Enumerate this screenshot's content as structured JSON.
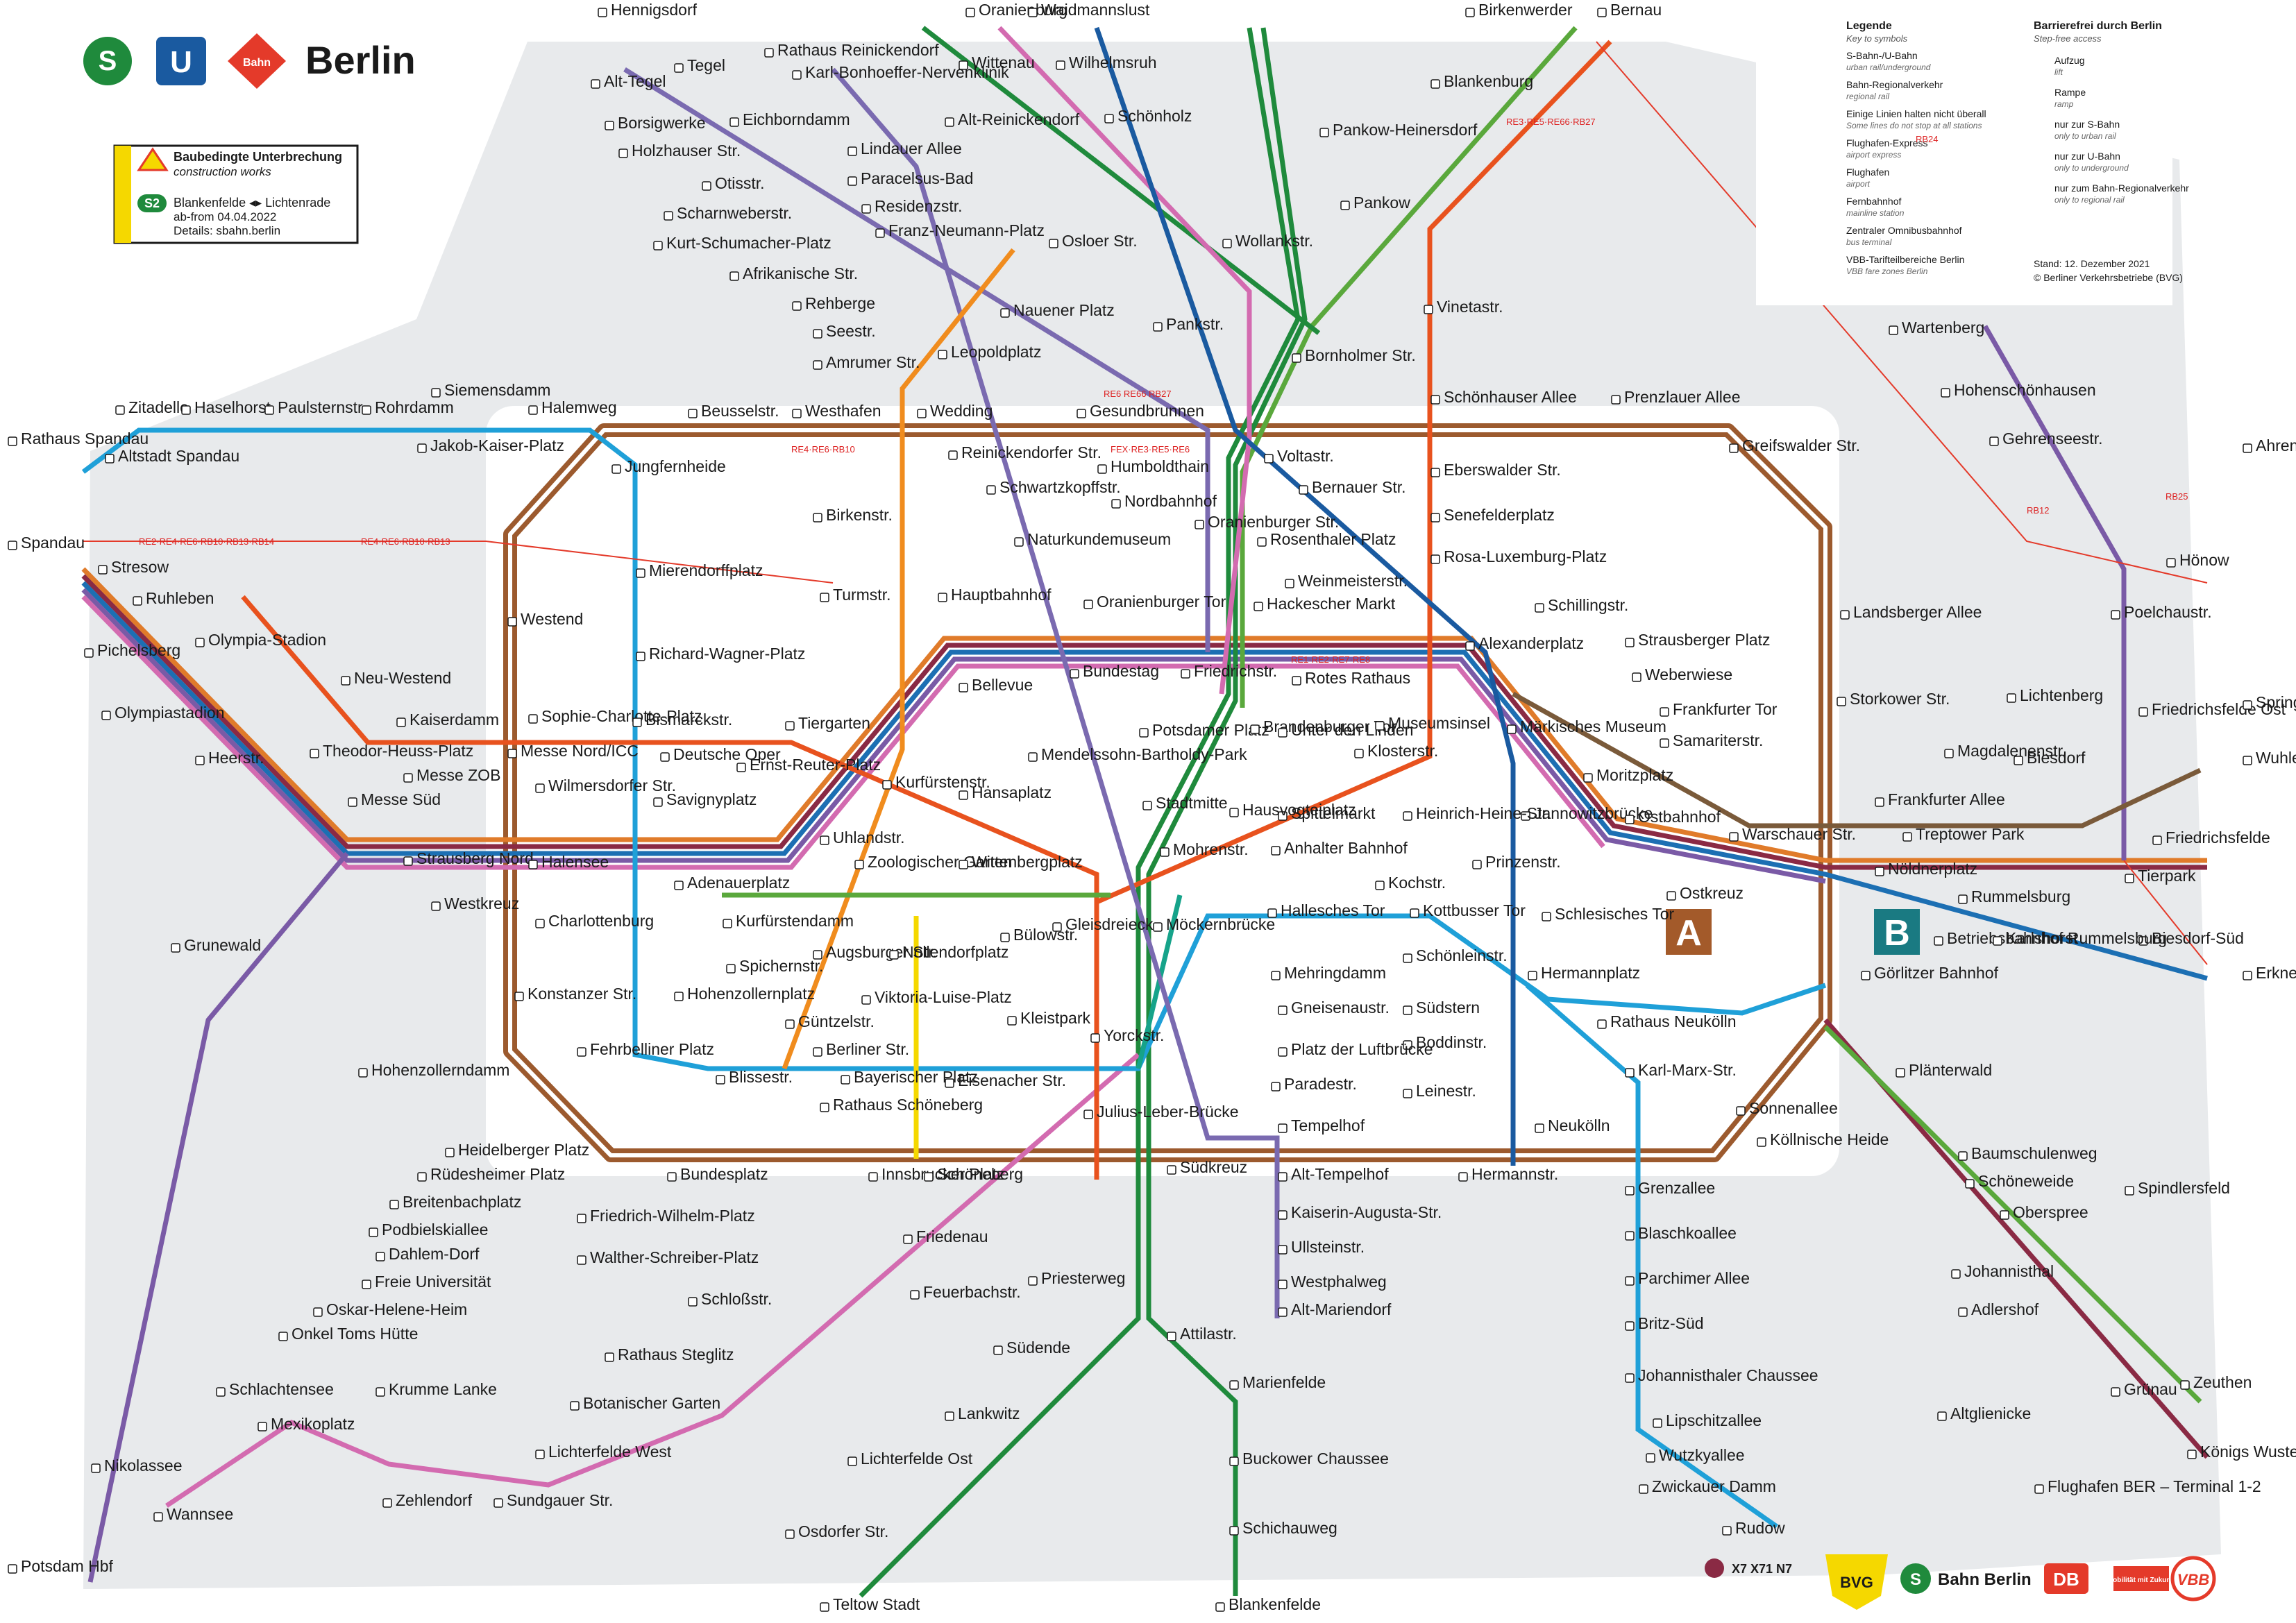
{
  "header": {
    "city": "Berlin",
    "logo_s": "S",
    "logo_u": "U",
    "logo_bahn": "Bahn"
  },
  "notice": {
    "title": "Baubedingte Unterbrechung",
    "subtitle": "construction works",
    "line_badge": "S2",
    "route": "Blankenfelde ◂▸ Lichtenrade",
    "from": "ab-from 04.04.2022",
    "details": "Details: sbahn.berlin"
  },
  "legend": {
    "title": "Legende",
    "title_en": "Key to symbols",
    "items": [
      {
        "label": "S-Bahn-/U-Bahn",
        "en": "urban rail/underground"
      },
      {
        "label": "Bahn-Regionalverkehr",
        "en": "regional rail"
      },
      {
        "label": "Einige Linien halten nicht überall",
        "en": "Some lines do not stop at all stations"
      },
      {
        "label": "Flughafen-Express",
        "en": "airport express"
      },
      {
        "label": "Flughafen",
        "en": "airport"
      },
      {
        "label": "Fernbahnhof",
        "en": "mainline station"
      },
      {
        "label": "Zentraler Omnibusbahnhof",
        "en": "bus terminal"
      },
      {
        "label": "VBB-Tarifteilbereiche Berlin",
        "en": "VBB fare zones Berlin"
      }
    ],
    "access_title": "Barrierefrei durch Berlin",
    "access_en": "Step-free access",
    "access_items": [
      {
        "label": "Aufzug",
        "en": "lift"
      },
      {
        "label": "Rampe",
        "en": "ramp"
      },
      {
        "label": "nur zur S-Bahn",
        "en": "only to urban rail"
      },
      {
        "label": "nur zur U-Bahn",
        "en": "only to underground"
      },
      {
        "label": "nur zum Bahn-Regionalverkehr",
        "en": "only to regional rail"
      }
    ],
    "stand": "Stand: 12. Dezember 2021",
    "copyright": "© Berliner Verkehrsbetriebe (BVG)"
  },
  "zones": {
    "a": "A",
    "b": "B"
  },
  "colors": {
    "ring": "#9c5a2e",
    "s1": "#d36bb0",
    "s2": "#1f8a3c",
    "s3": "#1c6fb3",
    "s5": "#e07b2a",
    "s7": "#7a5aa6",
    "s41": "#a35a2a",
    "s45": "#c8a060",
    "s46": "#c8844a",
    "s47": "#8a6a3a",
    "s75": "#7a6ab0",
    "s8": "#5aa83c",
    "s9": "#8a2a44",
    "u1": "#5aa83c",
    "u2": "#e8521e",
    "u3": "#16a38a",
    "u4": "#f5d800",
    "u5": "#7a5a3a",
    "u6": "#7a6ab0",
    "u7": "#1fa0d8",
    "u8": "#1a5aa0",
    "u9": "#f08c1e",
    "regional": "#e43a2a",
    "zone_bg": "#e8eaec"
  },
  "stations": [
    "Hennigsdorf",
    "Tegel",
    "Rathaus Reinickendorf",
    "Karl-Bonhoeffer-Nervenklinik",
    "Alt-Tegel",
    "Borsigwerke",
    "Holzhauser Str.",
    "Otisstr.",
    "Scharnweberstr.",
    "Kurt-Schumacher-Platz",
    "Afrikanische Str.",
    "Rehberge",
    "Seestr.",
    "Amrumer Str.",
    "Eichborndamm",
    "Lindauer Allee",
    "Paracelsus-Bad",
    "Residenzstr.",
    "Franz-Neumann-Platz",
    "Oranienburg",
    "Waidmannslust",
    "Wittenau",
    "Wilhelmsruh",
    "Alt-Reinickendorf",
    "Schönholz",
    "Osloer Str.",
    "Nauener Platz",
    "Leopoldplatz",
    "Pankstr.",
    "Wollankstr.",
    "Birkenwerder",
    "Bernau",
    "Blankenburg",
    "Pankow-Heinersdorf",
    "Pankow",
    "Vinetastr.",
    "Bornholmer Str.",
    "Zitadelle",
    "Haselhorst",
    "Paulsternstr.",
    "Rohrdamm",
    "Siemensdamm",
    "Halemweg",
    "Jakob-Kaiser-Platz",
    "Rathaus Spandau",
    "Altstadt Spandau",
    "Beusselstr.",
    "Westhafen",
    "Wedding",
    "Gesundbrunnen",
    "Schönhauser Allee",
    "Prenzlauer Allee",
    "Greifswalder Str.",
    "Wartenberg",
    "Hohenschönhausen",
    "Gehrenseestr.",
    "Jungfernheide",
    "Reinickendorfer Str.",
    "Schwartzkopffstr.",
    "Naturkundemuseum",
    "Humboldthain",
    "Nordbahnhof",
    "Oranienburger Str.",
    "Oranienburger Tor",
    "Voltastr.",
    "Bernauer Str.",
    "Rosenthaler Platz",
    "Weinmeisterstr.",
    "Hackescher Markt",
    "Eberswalder Str.",
    "Senefelderplatz",
    "Rosa-Luxemburg-Platz",
    "Ahrensfelde",
    "Mierendorffplatz",
    "Birkenstr.",
    "Turmstr.",
    "Hauptbahnhof",
    "Spandau",
    "Stresow",
    "Ruhleben",
    "Olympia-Stadion",
    "Pichelsberg",
    "Olympiastadion",
    "Heerstr.",
    "Neu-Westend",
    "Richard-Wagner-Platz",
    "Westend",
    "Kaiserdamm",
    "Theodor-Heuss-Platz",
    "Messe ZOB",
    "Messe Süd",
    "Sophie-Charlotte-Platz",
    "Bismarckstr.",
    "Messe Nord/ICC",
    "Deutsche Oper",
    "Wilmersdorfer Str.",
    "Savignyplatz",
    "Tiergarten",
    "Ernst-Reuter-Platz",
    "Bellevue",
    "Bundestag",
    "Friedrichstr.",
    "Rotes Rathaus",
    "Alexanderplatz",
    "Schillingstr.",
    "Strausberger Platz",
    "Weberwiese",
    "Frankfurter Tor",
    "Samariterstr.",
    "Landsberger Allee",
    "Storkower Str.",
    "Frankfurter Allee",
    "Magdalenenstr.",
    "Lichtenberg",
    "Friedrichsfelde Ost",
    "Biesdorf",
    "Friedrichsfelde",
    "Tierpark",
    "Biesdorf-Süd",
    "Wuhletal",
    "Hönow",
    "Poelchaustr.",
    "Springpfuhl",
    "Strausberg Nord",
    "Westkreuz",
    "Halensee",
    "Charlottenburg",
    "Adenauerplatz",
    "Uhlandstr.",
    "Zoologischer Garten",
    "Wittenbergplatz",
    "Kurfürstenstr.",
    "Hansaplatz",
    "Mendelssohn-Bartholdy-Park",
    "Potsdamer Platz",
    "Brandenburger Tor",
    "Unter den Linden",
    "Museumsinsel",
    "Klosterstr.",
    "Märkisches Museum",
    "Jannowitzbrücke",
    "Heinrich-Heine-Str.",
    "Spittelmarkt",
    "Hausvogteiplatz",
    "Stadtmitte",
    "Mohrenstr.",
    "Anhalter Bahnhof",
    "Kochstr.",
    "Prinzenstr.",
    "Moritzplatz",
    "Ostbahnhof",
    "Warschauer Str.",
    "Ostkreuz",
    "Schlesisches Tor",
    "Görlitzer Bahnhof",
    "Treptower Park",
    "Nöldnerplatz",
    "Rummelsburg",
    "Betriebsbahnhof Rummelsburg",
    "Karlshorst",
    "Erkner",
    "Grunewald",
    "Kurfürstendamm",
    "Spichernstr.",
    "Augsburger Str.",
    "Nollendorfplatz",
    "Bülowstr.",
    "Gleisdreieck",
    "Möckernbrücke",
    "Hallesches Tor",
    "Kottbusser Tor",
    "Schönleinstr.",
    "Hermannplatz",
    "Rathaus Neukölln",
    "Mehringdamm",
    "Gneisenaustr.",
    "Südstern",
    "Boddinstr.",
    "Platz der Luftbrücke",
    "Paradestr.",
    "Leinestr.",
    "Tempelhof",
    "Neukölln",
    "Karl-Marx-Str.",
    "Sonnenallee",
    "Köllnische Heide",
    "Plänterwald",
    "Baumschulenweg",
    "Schöneweide",
    "Spindlersfeld",
    "Oberspree",
    "Konstanzer Str.",
    "Hohenzollernplatz",
    "Viktoria-Luise-Platz",
    "Güntzelstr.",
    "Berliner Str.",
    "Bayerischer Platz",
    "Rathaus Schöneberg",
    "Eisenacher Str.",
    "Kleistpark",
    "Yorckstr.",
    "Julius-Leber-Brücke",
    "Fehrbelliner Platz",
    "Blissestr.",
    "Hohenzollerndamm",
    "Heidelberger Platz",
    "Rüdesheimer Platz",
    "Breitenbachplatz",
    "Podbielskiallee",
    "Dahlem-Dorf",
    "Freie Universität",
    "Oskar-Helene-Heim",
    "Onkel Toms Hütte",
    "Krumme Lanke",
    "Schlachtensee",
    "Mexikoplatz",
    "Nikolassee",
    "Wannsee",
    "Potsdam Hbf",
    "Zehlendorf",
    "Sundgauer Str.",
    "Lichterfelde West",
    "Botanischer Garten",
    "Rathaus Steglitz",
    "Schloßstr.",
    "Walther-Schreiber-Platz",
    "Friedrich-Wilhelm-Platz",
    "Bundesplatz",
    "Innsbrucker Platz",
    "Schöneberg",
    "Friedenau",
    "Feuerbachstr.",
    "Südkreuz",
    "Priesterweg",
    "Südende",
    "Lankwitz",
    "Lichterfelde Ost",
    "Osdorfer Str.",
    "Teltow Stadt",
    "Attilastr.",
    "Marienfelde",
    "Buckower Chaussee",
    "Schichauweg",
    "Blankenfelde",
    "Alt-Tempelhof",
    "Kaiserin-Augusta-Str.",
    "Ullsteinstr.",
    "Westphalweg",
    "Alt-Mariendorf",
    "Hermannstr.",
    "Grenzallee",
    "Blaschkoallee",
    "Parchimer Allee",
    "Britz-Süd",
    "Johannisthaler Chaussee",
    "Lipschitzallee",
    "Wutzkyallee",
    "Zwickauer Damm",
    "Rudow",
    "Johannisthal",
    "Adlershof",
    "Altglienicke",
    "Grünau",
    "Zeuthen",
    "Königs Wusterhausen",
    "Flughafen BER – Terminal 1-2"
  ],
  "rail_labels": [
    "RE4·RE6·RB10",
    "RE2·RE4·RE6·RB10·RB13·RB14",
    "RE4·RE6·RB10·RB13",
    "RE6 RE66 RB27",
    "FEX·RE3·RE5·RE6",
    "RE1·RE2·RE7·RE8",
    "RB12",
    "RB24",
    "RB25",
    "RE3·RE5·RE66·RB27"
  ],
  "footer": {
    "bus": "X7 X71 N7",
    "bvg": "BVG",
    "sbahn": "Bahn Berlin",
    "db": "DB",
    "vbb": "VBB",
    "mobil": "Mobilität mit Zukunft"
  }
}
